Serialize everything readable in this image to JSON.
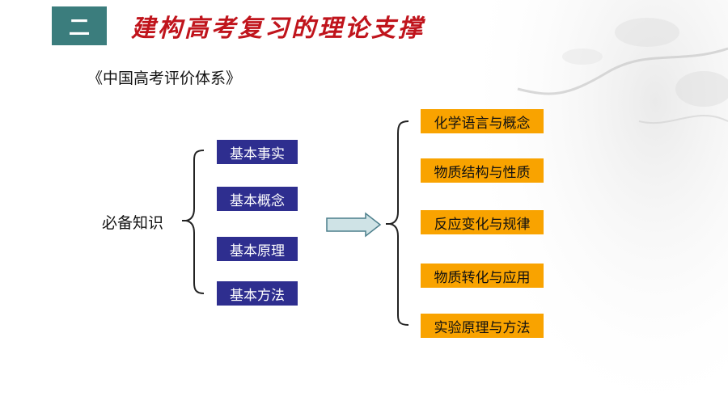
{
  "header": {
    "section_number": "二",
    "title": "建构高考复习的理论支撑"
  },
  "subtitle": "《中国高考评价体系》",
  "diagram": {
    "root": "必备知识",
    "left_items": [
      "基本事实",
      "基本概念",
      "基本原理",
      "基本方法"
    ],
    "right_items": [
      "化学语言与概念",
      "物质结构与性质",
      "反应变化与规律",
      "物质转化与应用",
      "实验原理与方法"
    ]
  },
  "colors": {
    "badge": "#3b7d7d",
    "title": "#c0141c",
    "left_box": "#2e2e8f",
    "right_box": "#f9a300",
    "arrow_fill": "#cfe3e6",
    "arrow_stroke": "#4c7f8c"
  }
}
